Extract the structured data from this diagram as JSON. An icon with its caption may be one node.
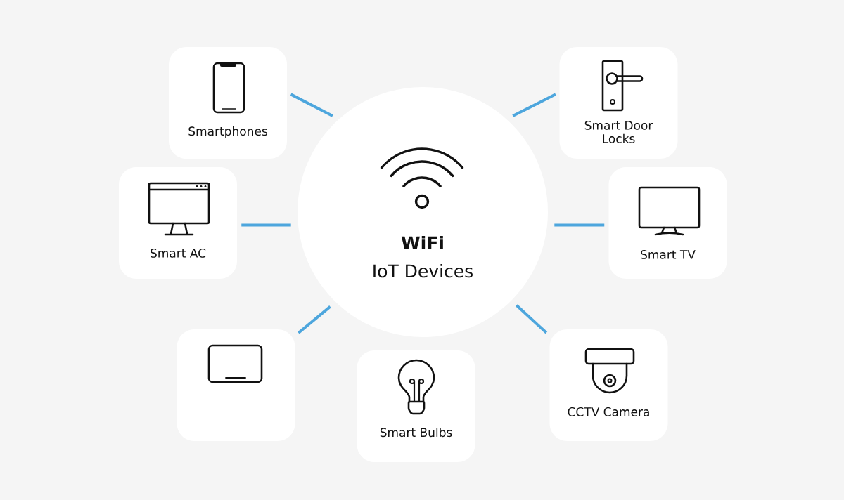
{
  "diagram": {
    "nodes": [
      {
        "text": [
          "WiFi",
          "IoT Devices"
        ]
      },
      {
        "text": [
          "Smartphones"
        ]
      },
      {
        "text": [
          "Smart Door Locks"
        ]
      },
      {
        "text": [
          "Smart AC"
        ]
      },
      {
        "text": [
          "Smart TV"
        ]
      },
      {
        "text": [],
        "shape": "box"
      },
      {
        "text": [
          "Smart Bulbs"
        ]
      },
      {
        "text": [
          "CCTV Camera"
        ]
      }
    ],
    "edges": [
      {
        "from": 0,
        "to": 1,
        "arrow": "none"
      },
      {
        "from": 0,
        "to": 2,
        "arrow": "none"
      },
      {
        "from": 0,
        "to": 3,
        "arrow": "none"
      },
      {
        "from": 0,
        "to": 4,
        "arrow": "none"
      },
      {
        "from": 0,
        "to": 5,
        "arrow": "none"
      },
      {
        "from": 0,
        "to": 7,
        "arrow": "none"
      }
    ]
  }
}
